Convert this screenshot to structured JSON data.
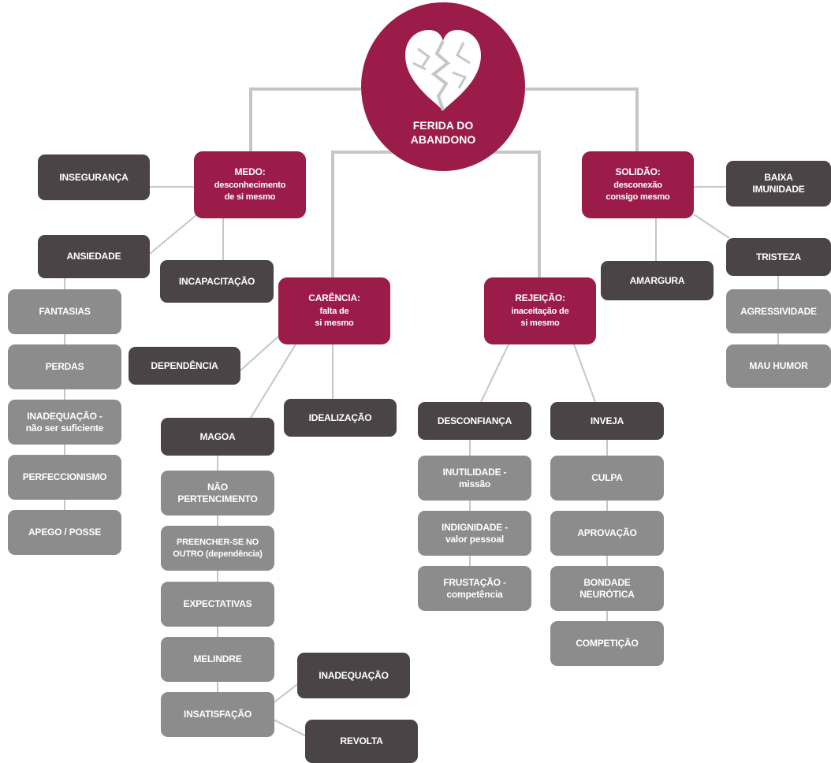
{
  "center": {
    "title": "FERIDA DO\nABANDONO",
    "icon": "broken-heart-icon"
  },
  "colors": {
    "maroon": "#9b1c49",
    "dark_box": "#4a4446",
    "gray_box": "#8c8c8c",
    "connector": "#c6c6c6"
  },
  "categories": {
    "medo": {
      "title": "MEDO:",
      "subtitle": "desconhecimento\nde si mesmo"
    },
    "carencia": {
      "title": "CARÊNCIA:",
      "subtitle": "falta de\nsi mesmo"
    },
    "rejeicao": {
      "title": "REJEIÇÃO:",
      "subtitle": "inaceitação de\nsi mesmo"
    },
    "solidao": {
      "title": "SOLIDÃO:",
      "subtitle": "desconexão\nconsigo mesmo"
    }
  },
  "nodes": {
    "inseguranca": "INSEGURANÇA",
    "ansiedade": "ANSIEDADE",
    "incapacitacao": "INCAPACITAÇÃO",
    "fantasias": "FANTASIAS",
    "perdas": "PERDAS",
    "inadequacao_suficiente": "INADEQUAÇÃO -\nnão ser suficiente",
    "perfeccionismo": "PERFECCIONISMO",
    "apego_posse": "APEGO / POSSE",
    "dependencia": "DEPENDÊNCIA",
    "idealizacao": "IDEALIZAÇÃO",
    "magoa": "MAGOA",
    "nao_pertencimento": "NÃO\nPERTENCIMENTO",
    "preencher_se": "PREENCHER-SE NO\nOUTRO (dependência)",
    "expectativas": "EXPECTATIVAS",
    "melindre": "MELINDRE",
    "insatisfacao": "INSATISFAÇÃO",
    "inadequacao": "INADEQUAÇÃO",
    "revolta": "REVOLTA",
    "desconfianca": "DESCONFIANÇA",
    "inutilidade": "INUTILIDADE -\nmissão",
    "indignidade": "INDIGNIDADE -\nvalor pessoal",
    "frustacao": "FRUSTAÇÃO -\ncompetência",
    "inveja": "INVEJA",
    "culpa": "CULPA",
    "aprovacao": "APROVAÇÃO",
    "bondade_neurotica": "BONDADE\nNEURÓTICA",
    "competicao": "COMPETIÇÃO",
    "baixa_imunidade": "BAIXA\nIMUNIDADE",
    "tristeza": "TRISTEZA",
    "amargura": "AMARGURA",
    "agressividade": "AGRESSIVIDADE",
    "mau_humor": "MAU HUMOR"
  }
}
